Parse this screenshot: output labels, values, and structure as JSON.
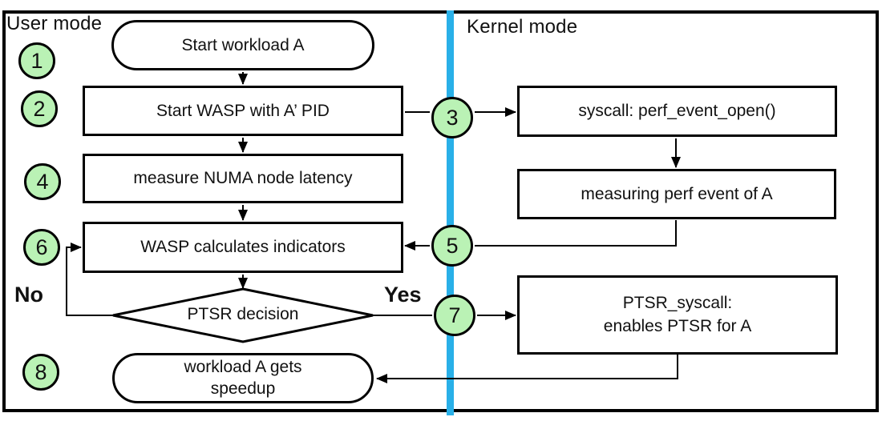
{
  "title_labels": {
    "user_mode": "User mode",
    "kernel_mode": "Kernel mode"
  },
  "colors": {
    "step_circle_fill": "#baf2b5",
    "divider_blue": "#29b0e8",
    "shape_stroke": "#000000",
    "background": "#ffffff"
  },
  "steps": [
    "1",
    "2",
    "3",
    "4",
    "5",
    "6",
    "7",
    "8"
  ],
  "nodes": {
    "start_workload": "Start workload A",
    "start_wasp": "Start WASP with A’ PID",
    "measure_numa": "measure NUMA node latency",
    "wasp_calculates": "WASP calculates indicators",
    "ptsr_decision": "PTSR decision",
    "workload_speedup_l1": "workload A gets",
    "workload_speedup_l2": "speedup",
    "syscall_perf": "syscall: perf_event_open()",
    "measuring_perf": "measuring perf event of A",
    "ptsr_syscall_l1": "PTSR_syscall:",
    "ptsr_syscall_l2": "enables PTSR for A"
  },
  "edge_labels": {
    "no": "No",
    "yes": "Yes"
  }
}
